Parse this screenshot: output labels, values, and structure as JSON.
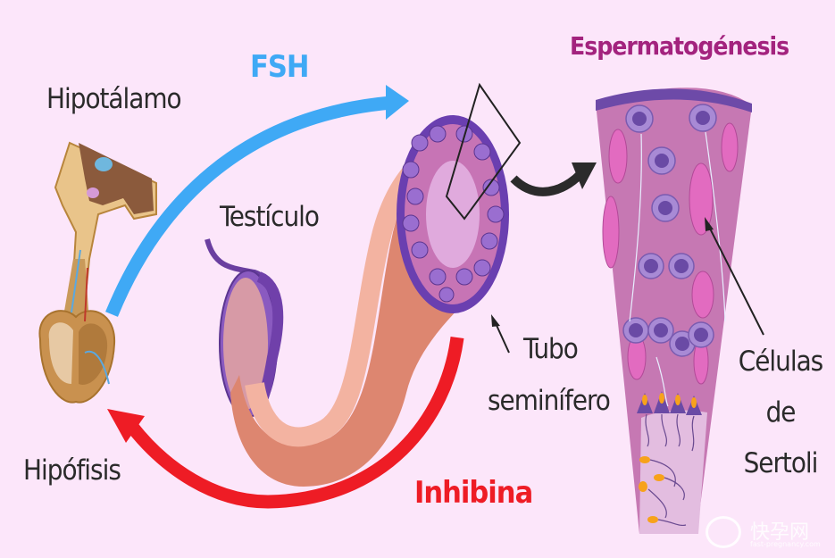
{
  "title": "Espermatogénesis",
  "labels": {
    "hypothalamus": "Hipotálamo",
    "pituitary": "Hipófisis",
    "testicle": "Testículo",
    "tubule_line1": "Tubo",
    "tubule_line2": "seminífero",
    "sertoli_line1": "Células",
    "sertoli_line2": "de",
    "sertoli_line3": "Sertoli"
  },
  "hormones": {
    "fsh": {
      "label": "FSH",
      "color": "#3fa9f5"
    },
    "inhibin": {
      "label": "Inhibina",
      "color": "#ee1c25"
    }
  },
  "title_color": "#a3237e",
  "watermark": {
    "brand": "快孕网",
    "site": "fast-pregnancy.com"
  }
}
